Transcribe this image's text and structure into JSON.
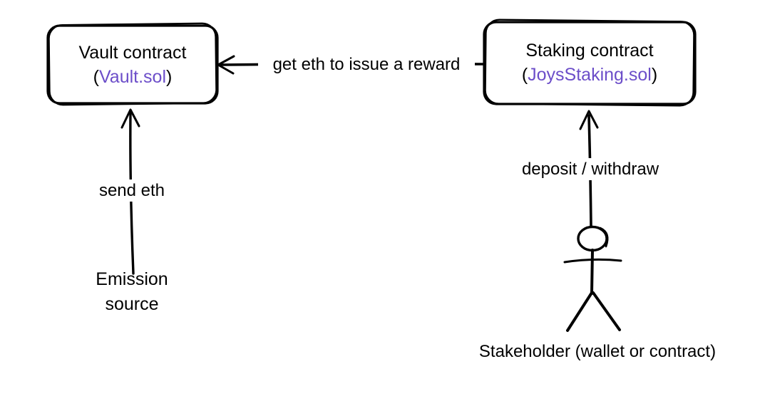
{
  "diagram": {
    "background": "#ffffff",
    "ink_color": "#000000",
    "accent_color": "#6c4ec9",
    "nodes": {
      "vault": {
        "title": "Vault contract",
        "filename": "Vault.sol"
      },
      "staking": {
        "title": "Staking contract",
        "filename": "JoysStaking.sol"
      }
    },
    "punct": {
      "open": "(",
      "close": ")"
    },
    "edges": {
      "reward_label": "get eth to issue a reward",
      "send_eth_label": "send eth",
      "deposit_label": "deposit / withdraw"
    },
    "actors": {
      "emission_label": "Emission\nsource",
      "stakeholder_label": "Stakeholder (wallet or contract)"
    }
  }
}
